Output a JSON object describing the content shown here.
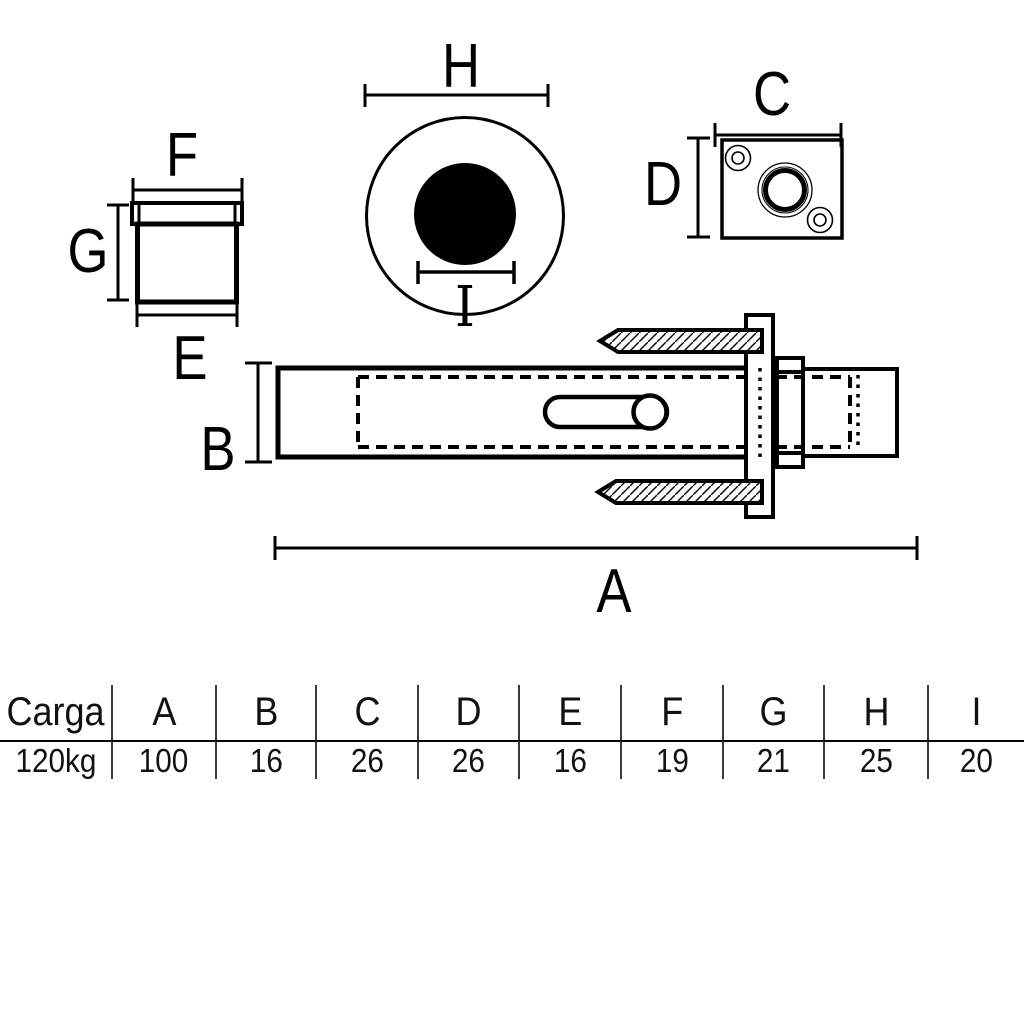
{
  "drawing": {
    "labels": {
      "A": "A",
      "B": "B",
      "C": "C",
      "D": "D",
      "E": "E",
      "F": "F",
      "G": "G",
      "H": "H",
      "I": "I"
    },
    "views": {
      "cap_side_view": "threaded cap side profile (dims F, G, E)",
      "front_view": "front face circle with bore (dims H, I)",
      "plate_view": "square flange plate with screw holes (dims C, D)",
      "anchor_side_view": "long anchor sleeve with flange, nut collar and hatched spikes (dims B, A)"
    }
  },
  "table": {
    "headers": [
      "Carga",
      "A",
      "B",
      "C",
      "D",
      "E",
      "F",
      "G",
      "H",
      "I"
    ],
    "values": [
      "120kg",
      "100",
      "16",
      "26",
      "26",
      "16",
      "19",
      "21",
      "25",
      "20"
    ]
  },
  "colors": {
    "ink": "#000000",
    "background": "#ffffff",
    "table_line": "#3a3a3a"
  }
}
